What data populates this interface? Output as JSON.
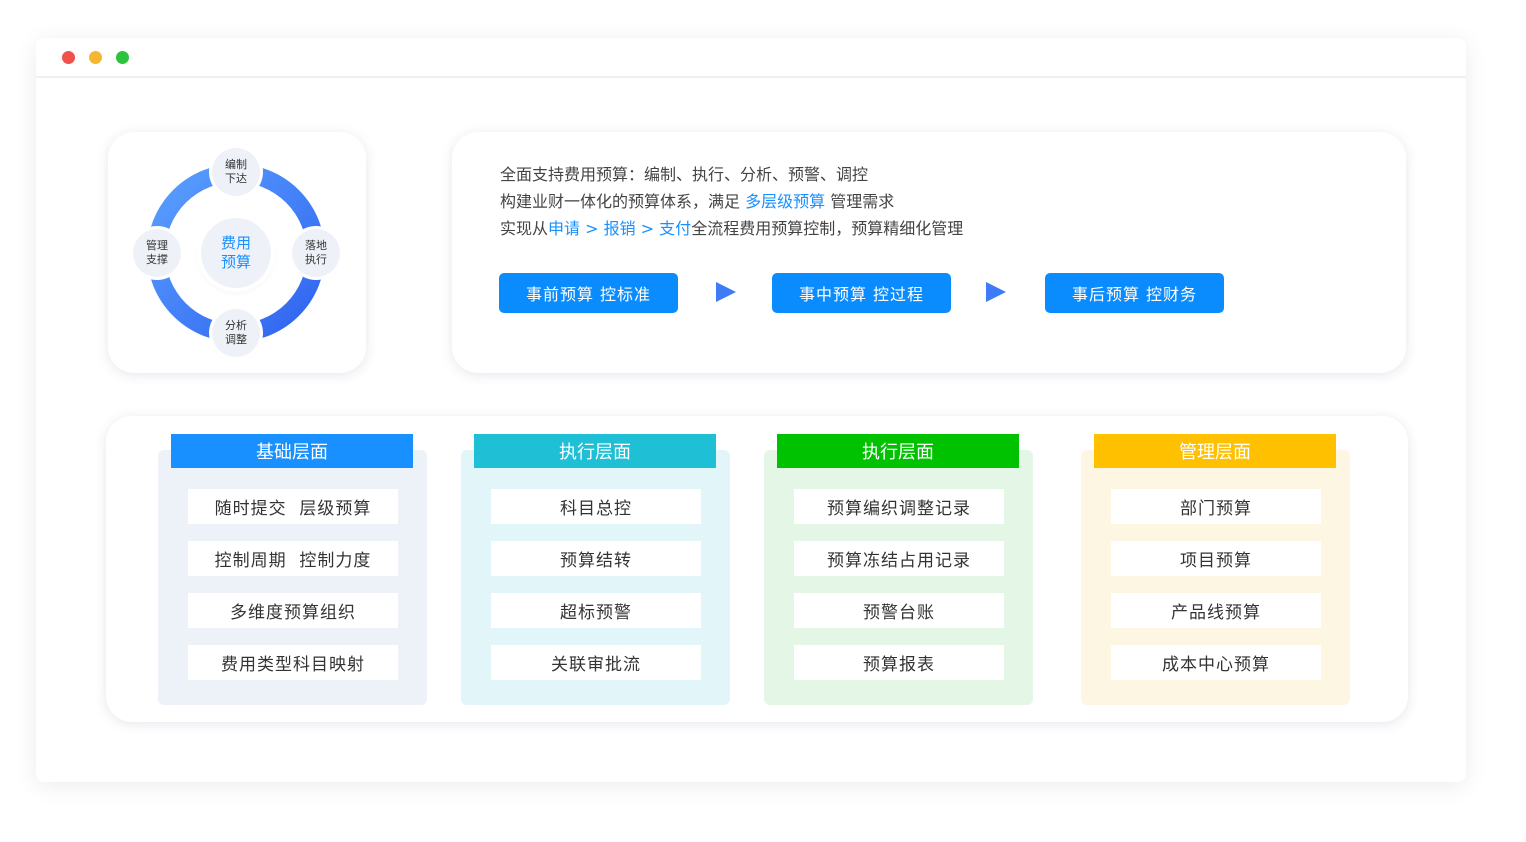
{
  "cycle": {
    "center": "费用\n预算",
    "center_l1": "费用",
    "center_l2": "预算",
    "nodes": [
      {
        "l1": "编制",
        "l2": "下达"
      },
      {
        "l1": "落地",
        "l2": "执行"
      },
      {
        "l1": "分析",
        "l2": "调整"
      },
      {
        "l1": "管理",
        "l2": "支撑"
      }
    ]
  },
  "intro": {
    "line1": "全面支持费用预算：编制、执行、分析、预警、调控",
    "line2_pre": "构建业财一体化的预算体系，满足 ",
    "line2_hl": "多层级预算",
    "line2_post": " 管理需求",
    "line3_pre": "实现从",
    "line3_hl": "申请 > 报销 > 支付",
    "line3_post": "全流程费用预算控制，预算精细化管理"
  },
  "stages": [
    "事前预算 控标准",
    "事中预算 控过程",
    "事后预算 控财务"
  ],
  "columns": [
    {
      "title": "基础层面",
      "color": "#1890ff",
      "bg": "#edf2f9",
      "items": [
        "随时提交  层级预算",
        "控制周期  控制力度",
        "多维度预算组织",
        "费用类型科目映射"
      ]
    },
    {
      "title": "执行层面",
      "color": "#1fbfd6",
      "bg": "#e2f6f9",
      "items": [
        "科目总控",
        "预算结转",
        "超标预警",
        "关联审批流"
      ]
    },
    {
      "title": "执行层面",
      "color": "#00c200",
      "bg": "#e4f6e5",
      "items": [
        "预算编织调整记录",
        "预算冻结占用记录",
        "预警台账",
        "预算报表"
      ]
    },
    {
      "title": "管理层面",
      "color": "#ffc000",
      "bg": "#fdf6e2",
      "items": [
        "部门预算",
        "项目预算",
        "产品线预算",
        "成本中心预算"
      ]
    }
  ]
}
